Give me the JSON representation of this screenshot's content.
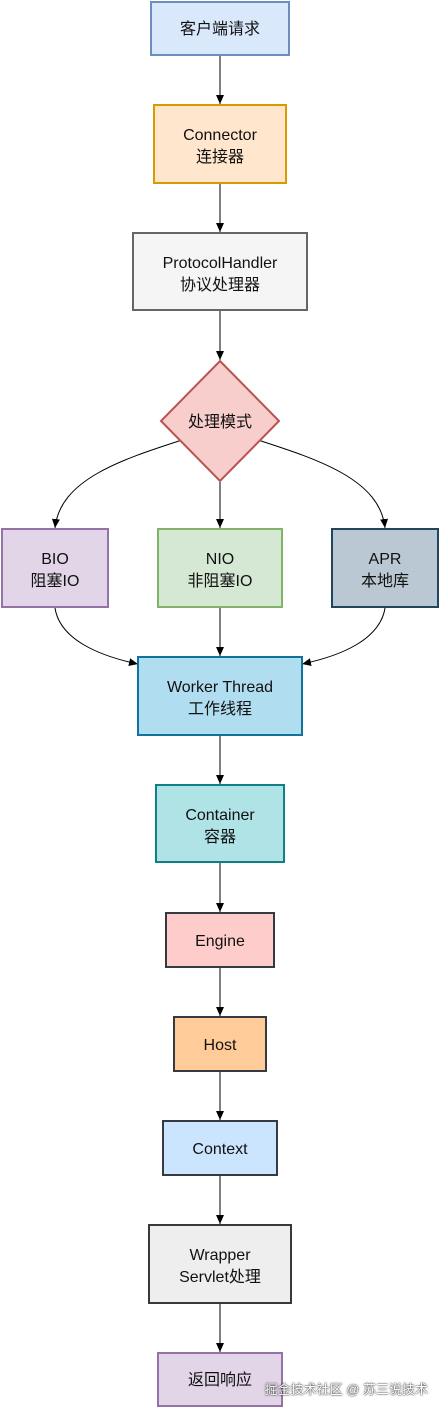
{
  "nodes": {
    "client_request": {
      "label": "客户端请求"
    },
    "connector": {
      "line1": "Connector",
      "line2": "连接器"
    },
    "protocol_handler": {
      "line1": "ProtocolHandler",
      "line2": "协议处理器"
    },
    "processing_mode": {
      "label": "处理模式"
    },
    "bio": {
      "line1": "BIO",
      "line2": "阻塞IO"
    },
    "nio": {
      "line1": "NIO",
      "line2": "非阻塞IO"
    },
    "apr": {
      "line1": "APR",
      "line2": "本地库"
    },
    "worker_thread": {
      "line1": "Worker Thread",
      "line2": "工作线程"
    },
    "container": {
      "line1": "Container",
      "line2": "容器"
    },
    "engine": {
      "label": "Engine"
    },
    "host": {
      "label": "Host"
    },
    "context": {
      "label": "Context"
    },
    "wrapper": {
      "line1": "Wrapper",
      "line2": "Servlet处理"
    },
    "return_response": {
      "label": "返回响应"
    }
  },
  "colors": {
    "blue_fill": "#dae8fc",
    "blue_stroke": "#6c8ebf",
    "orange_fill": "#ffe6cc",
    "orange_stroke": "#d79b00",
    "gray_fill": "#f5f5f5",
    "gray_stroke": "#666666",
    "red_fill": "#f8cecc",
    "red_stroke": "#b85450",
    "purple_fill": "#e1d5e7",
    "purple_stroke": "#9673a6",
    "green_fill": "#d5e8d4",
    "green_stroke": "#82b366",
    "slate_fill": "#bac8d3",
    "slate_stroke": "#23445d",
    "cyan_fill": "#b1ddf0",
    "cyan_stroke": "#10739e",
    "teal_fill": "#b0e3e6",
    "teal_stroke": "#0e8088",
    "peach_fill": "#ffcc99",
    "peach_stroke": "#36393d",
    "lightgray_fill": "#eeeeee",
    "lightgray_stroke": "#36393d",
    "edge": "#000000"
  },
  "watermark": "掘金技术社区 @ 苏三说技术"
}
